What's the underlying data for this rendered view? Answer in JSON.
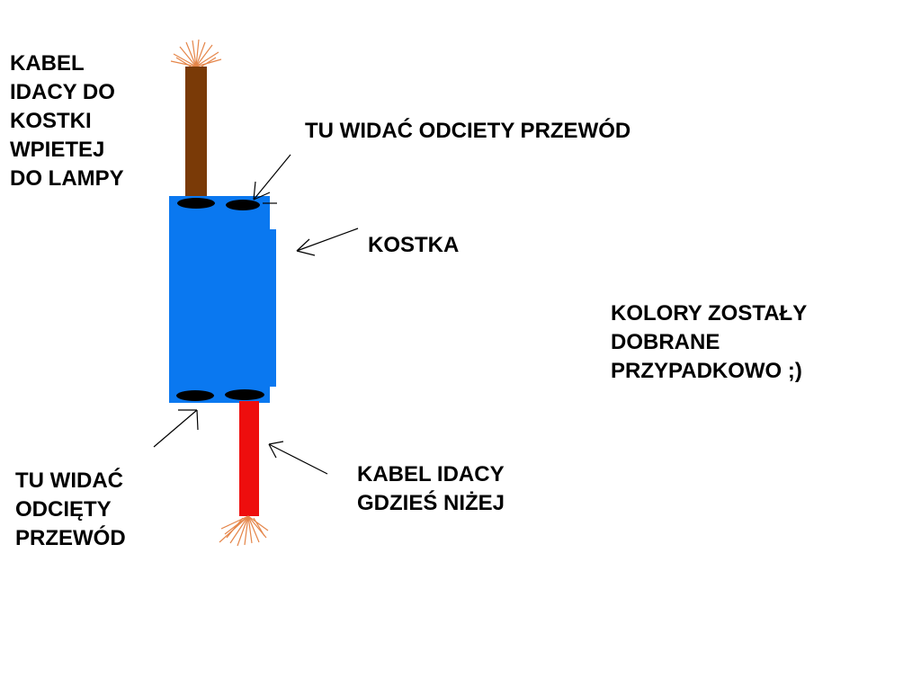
{
  "labels": {
    "top_cable": [
      "KABEL",
      "IDACY DO",
      "KOSTKI",
      "WPIETEJ",
      "DO LAMPY"
    ],
    "cut_wire_top": [
      "TU WIDAĆ ODCIETY PRZEWÓD"
    ],
    "kostka": [
      "KOSTKA"
    ],
    "colors_note": [
      "KOLORY ZOSTAŁY",
      "DOBRANE",
      "PRZYPADKOWO ;)"
    ],
    "cut_wire_bottom": [
      "TU WIDAĆ",
      "ODCIĘTY",
      "PRZEWÓD"
    ],
    "bottom_cable": [
      "KABEL IDACY",
      "GDZIEŚ NIŻEJ"
    ]
  },
  "colors": {
    "block": "#0a78f0",
    "top_wire": "#7a3a07",
    "bottom_wire": "#ee0e0e",
    "strands": "#e5864a",
    "holes": "#000000",
    "ink": "#000000"
  }
}
